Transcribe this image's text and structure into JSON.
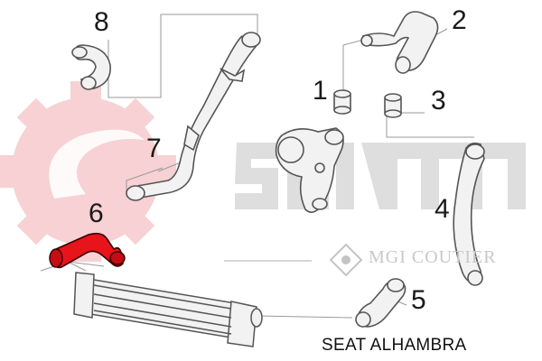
{
  "diagram": {
    "caption": "SEAT ALHAMBRA",
    "callouts": [
      {
        "id": "1",
        "label": "1"
      },
      {
        "id": "2",
        "label": "2"
      },
      {
        "id": "3",
        "label": "3"
      },
      {
        "id": "4",
        "label": "4"
      },
      {
        "id": "5",
        "label": "5"
      },
      {
        "id": "6",
        "label": "6"
      },
      {
        "id": "7",
        "label": "7"
      },
      {
        "id": "8",
        "label": "8"
      }
    ],
    "highlighted_part": "6",
    "highlight_color": "#e8141c",
    "line_color": "#9a9a9a",
    "part_fill": "#f2f2f2",
    "part_stroke": "#555555"
  },
  "watermark": {
    "logo_text": "seim",
    "brand_line": "MGI COUTIER",
    "color": "#d8d8d8",
    "gear_color": "#f6c9cc"
  }
}
